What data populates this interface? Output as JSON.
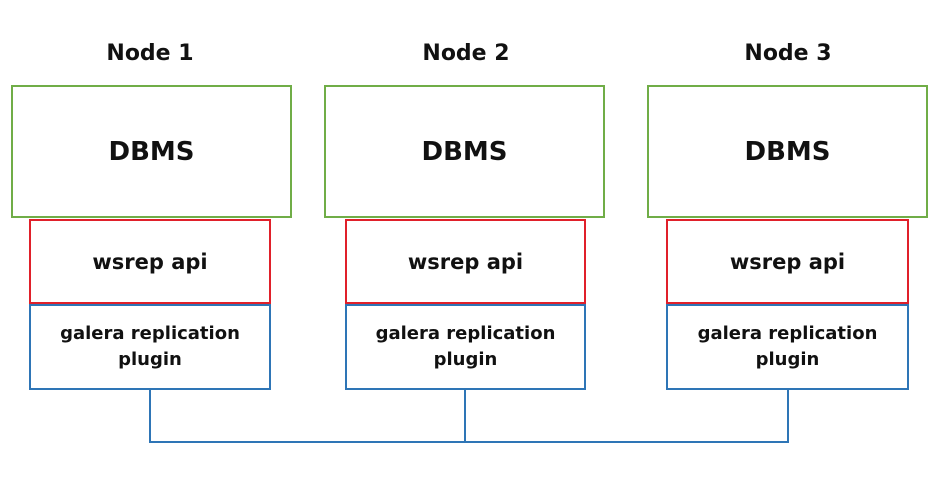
{
  "nodes": [
    {
      "title": "Node 1",
      "dbms": "DBMS",
      "wsrep": "wsrep api",
      "galera": "galera replication plugin"
    },
    {
      "title": "Node 2",
      "dbms": "DBMS",
      "wsrep": "wsrep api",
      "galera": "galera replication plugin"
    },
    {
      "title": "Node 3",
      "dbms": "DBMS",
      "wsrep": "wsrep api",
      "galera": "galera replication plugin"
    }
  ],
  "colors": {
    "dbms_border": "#70ad47",
    "wsrep_border": "#e0202a",
    "galera_border": "#2e75b6",
    "connector": "#2e75b6"
  }
}
